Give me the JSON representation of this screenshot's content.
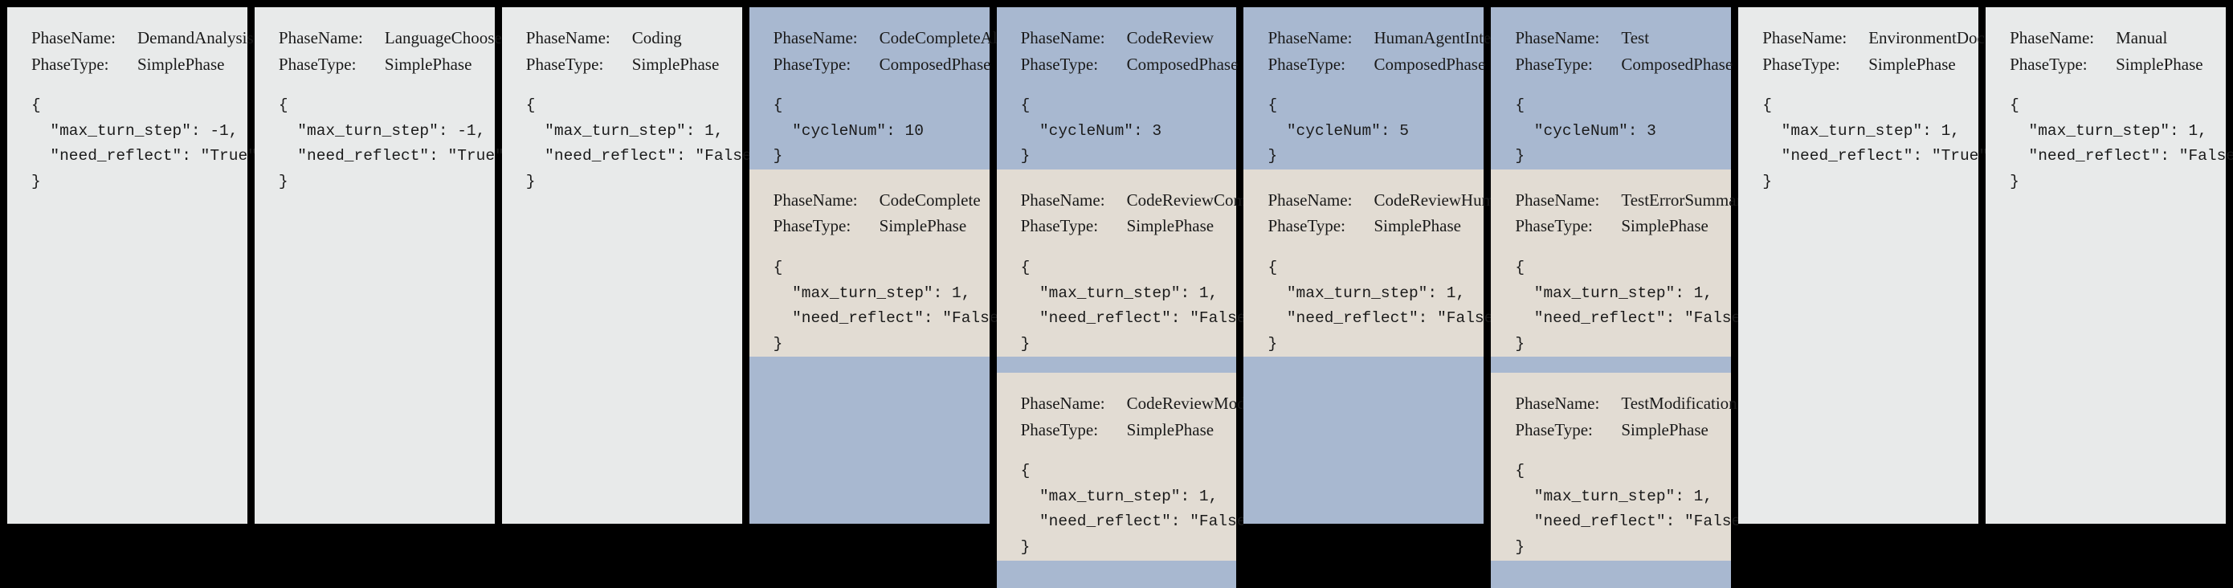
{
  "labels": {
    "phase_name_key": "PhaseName:",
    "phase_type_key": "PhaseType:"
  },
  "colors": {
    "background": "#000000",
    "simple_phase_bg": "#e8eaea",
    "composed_phase_bg": "#a8b8d0",
    "subphase_bg": "#e2dcd3",
    "text": "#1a1a1a"
  },
  "columns": [
    {
      "id": "demand-analysis",
      "kind": "simple",
      "phase_name": "DemandAnalysis",
      "phase_type": "SimplePhase",
      "config_lines": [
        "{",
        "  \"max_turn_step\": -1,",
        "  \"need_reflect\": \"True\"",
        "}"
      ]
    },
    {
      "id": "language-choose",
      "kind": "simple",
      "phase_name": "LanguageChoose",
      "phase_type": "SimplePhase",
      "config_lines": [
        "{",
        "  \"max_turn_step\": -1,",
        "  \"need_reflect\": \"True\"",
        "}"
      ]
    },
    {
      "id": "coding",
      "kind": "simple",
      "phase_name": "Coding",
      "phase_type": "SimplePhase",
      "config_lines": [
        "{",
        "  \"max_turn_step\": 1,",
        "  \"need_reflect\": \"False\"",
        "}"
      ]
    },
    {
      "id": "code-complete-all",
      "kind": "composed",
      "phase_name": "CodeCompleteAll",
      "phase_type": "ComposedPhase",
      "config_lines": [
        "{",
        "  \"cycleNum\": 10",
        "}"
      ],
      "subphases": [
        {
          "id": "code-complete",
          "phase_name": "CodeComplete",
          "phase_type": "SimplePhase",
          "config_lines": [
            "{",
            "  \"max_turn_step\": 1,",
            "  \"need_reflect\": \"False\"",
            "}"
          ]
        }
      ]
    },
    {
      "id": "code-review",
      "kind": "composed",
      "phase_name": "CodeReview",
      "phase_type": "ComposedPhase",
      "config_lines": [
        "{",
        "  \"cycleNum\": 3",
        "}"
      ],
      "subphases": [
        {
          "id": "code-review-comment",
          "phase_name": "CodeReviewComment",
          "phase_type": "SimplePhase",
          "config_lines": [
            "{",
            "  \"max_turn_step\": 1,",
            "  \"need_reflect\": \"False\"",
            "}"
          ]
        },
        {
          "id": "code-review-modification",
          "phase_name": "CodeReviewModification",
          "phase_type": "SimplePhase",
          "config_lines": [
            "{",
            "  \"max_turn_step\": 1,",
            "  \"need_reflect\": \"False\"",
            "}"
          ]
        }
      ]
    },
    {
      "id": "human-agent-interaction",
      "kind": "composed",
      "phase_name": "HumanAgentInteraction",
      "phase_type": "ComposedPhase",
      "config_lines": [
        "{",
        "  \"cycleNum\": 5",
        "}"
      ],
      "subphases": [
        {
          "id": "code-review-human",
          "phase_name": "CodeReviewHuman",
          "phase_type": "SimplePhase",
          "config_lines": [
            "{",
            "  \"max_turn_step\": 1,",
            "  \"need_reflect\": \"False\"",
            "}"
          ]
        }
      ]
    },
    {
      "id": "test",
      "kind": "composed",
      "phase_name": "Test",
      "phase_type": "ComposedPhase",
      "config_lines": [
        "{",
        "  \"cycleNum\": 3",
        "}"
      ],
      "subphases": [
        {
          "id": "test-error-summary",
          "phase_name": "TestErrorSummary",
          "phase_type": "SimplePhase",
          "config_lines": [
            "{",
            "  \"max_turn_step\": 1,",
            "  \"need_reflect\": \"False\"",
            "}"
          ]
        },
        {
          "id": "test-modification",
          "phase_name": "TestModification",
          "phase_type": "SimplePhase",
          "config_lines": [
            "{",
            "  \"max_turn_step\": 1,",
            "  \"need_reflect\": \"False\"",
            "}"
          ]
        }
      ]
    },
    {
      "id": "environment-doc",
      "kind": "simple",
      "phase_name": "EnvironmentDoc",
      "phase_type": "SimplePhase",
      "config_lines": [
        "{",
        "  \"max_turn_step\": 1,",
        "  \"need_reflect\": \"True\"",
        "}"
      ]
    },
    {
      "id": "manual",
      "kind": "simple",
      "phase_name": "Manual",
      "phase_type": "SimplePhase",
      "config_lines": [
        "{",
        "  \"max_turn_step\": 1,",
        "  \"need_reflect\": \"False\"",
        "}"
      ]
    }
  ]
}
